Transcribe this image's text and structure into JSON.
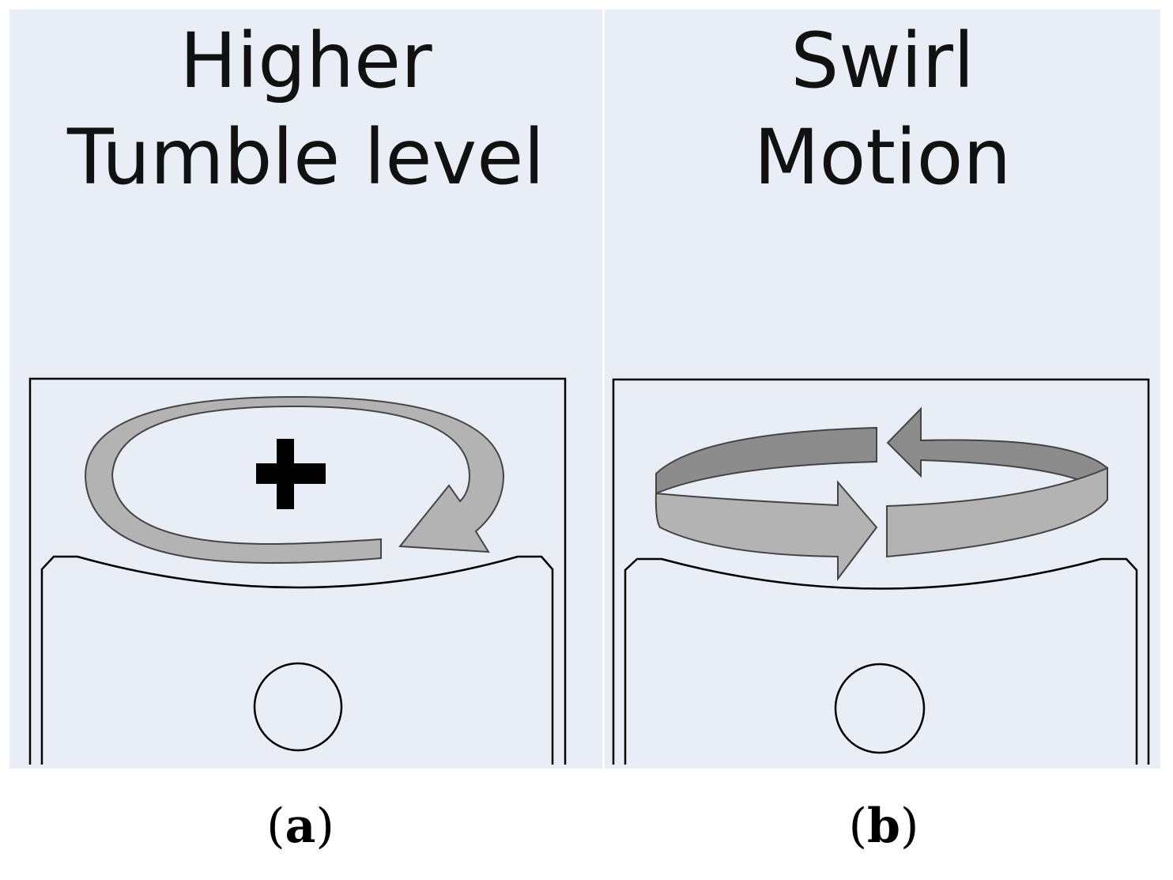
{
  "panels": [
    {
      "id": "a",
      "title_lines": [
        "Higher",
        "Tumble level"
      ],
      "caption_letter": "a"
    },
    {
      "id": "b",
      "title_lines": [
        "Swirl",
        "Motion"
      ],
      "caption_letter": "b"
    }
  ],
  "colors": {
    "panel_background": "#e8edf6",
    "arrow_fill": "#b3b3b3",
    "arrow_dark": "#8c8c8c",
    "line": "#000000"
  }
}
